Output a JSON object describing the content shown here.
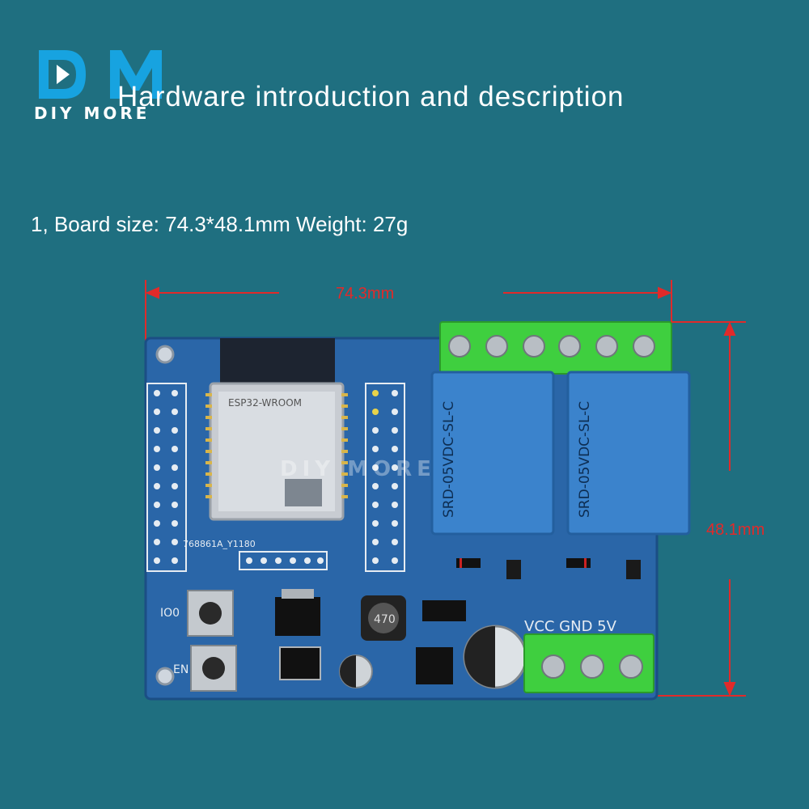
{
  "brand": {
    "logo_text": "DIY MORE",
    "logo_mark": "DM"
  },
  "title": "Hardware introduction and description",
  "spec_line": "1, Board size: 74.3*48.1mm Weight: 27g",
  "dimensions": {
    "width_label": "74.3mm",
    "height_label": "48.1mm"
  },
  "board": {
    "relay_label_1": "SRD-05VDC-SL-C",
    "relay_label_2": "SRD-05VDC-SL-C",
    "module_label": "ESP32-WROOM",
    "silk_part": "768861A_Y1180",
    "button_io0": "IO0",
    "button_en": "EN",
    "power_labels": "VCC GND 5V",
    "inductor": "470",
    "watermark": "DIY MORE"
  },
  "colors": {
    "background": "#1f6f80",
    "pcb": "#2a66a8",
    "relay": "#3b83cc",
    "terminal": "#3fcf3f",
    "dimension": "#e12a2a"
  }
}
